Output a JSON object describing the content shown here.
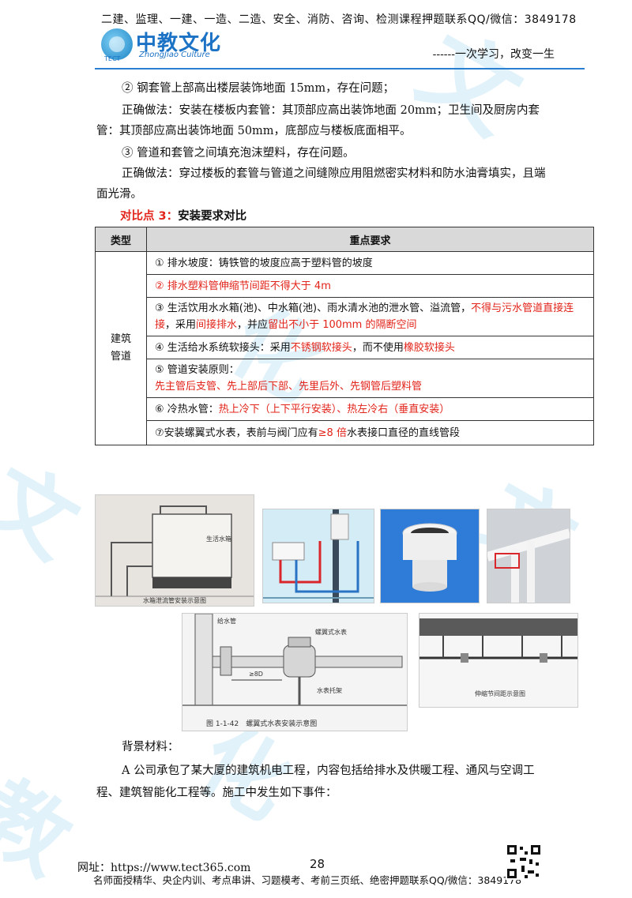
{
  "header": {
    "top_line": "二建、监理、一建、一造、二造、安全、消防、咨询、检测课程押题联系QQ/微信：3849178",
    "logo_name": "中教文化",
    "logo_sub": "ZhongJiao Culture",
    "logo_tect": "TECT",
    "slogan": "------一次学习，改变一生"
  },
  "body": {
    "p1": "② 钢套管上部高出楼层装饰地面 15mm，存在问题；",
    "p2a": "正确做法：安装在楼板内套管：其顶部应高出装饰地面 20mm；卫生间及厨房内套",
    "p2b": "管：其顶部应高出装饰地面 50mm，底部应与楼板底面相平。",
    "p3": "③ 管道和套管之间填充泡沫塑料，存在问题。",
    "p4a": "正确做法：穿过楼板的套管与管道之间缝隙应用阻燃密实材料和防水油膏填实，且端",
    "p4b": "面光滑。"
  },
  "compare": {
    "label": "对比点 3：",
    "title": "安装要求对比"
  },
  "table": {
    "col_type": "类型",
    "col_req": "重点要求",
    "type_line1": "建筑",
    "type_line2": "管道",
    "r1": "① 排水坡度：铸铁管的坡度应高于塑料管的坡度",
    "r2": "② 排水塑料管伸缩节间距不得大于 4m",
    "r3a": "③ 生活饮用水水箱(池)、中水箱(池)、雨水清水池的泄水管、溢流管，",
    "r3b": "不得与污水管道直接连接",
    "r3c": "，采用",
    "r3d": "间接排水",
    "r3e": "，并应",
    "r3f": "留出不小于 100mm 的隔断空间",
    "r4a": "④ 生活给水系统软接头：采用",
    "r4b": "不锈钢软接头",
    "r4c": "，而不使用",
    "r4d": "橡胶软接头",
    "r5a": "⑤ 管道安装原则：",
    "r5b": "先主管后支管、先上部后下部、先里后外、先钢管后塑料管",
    "r6a": "⑥ 冷热水管：",
    "r6b": "热上冷下（上下平行安装）、热左冷右（垂直安装）",
    "r7a": "⑦安装螺翼式水表，表前与阀门应有",
    "r7b": "≥8 倍",
    "r7c": "水表接口直径的直线管段"
  },
  "figures": {
    "tank_caption": "水箱泄流管安装示意图",
    "tank_label": "生活水箱",
    "meter_caption": "图 1-1-42　螺翼式水表安装示意图",
    "meter_label_pipe": "给水管",
    "meter_label_meter": "螺翼式水表",
    "meter_label_support": "水表托架",
    "meter_dim": "≥8D",
    "pipe_caption": "伸缩节间距示意图"
  },
  "background": {
    "heading": "背景材料：",
    "p1a": "A 公司承包了某大厦的建筑机电工程，内容包括给排水及供暖工程、通风与空调工",
    "p1b": "程、建筑智能化工程等。施工中发生如下事件："
  },
  "footer": {
    "url": "网址：https://www.tect365.com",
    "page": "28",
    "line": "名师面授精华、央企内训、考点串讲、习题模考、考前三页纸、绝密押题联系QQ/微信：3849178"
  },
  "colors": {
    "accent_blue": "#2a7fd0",
    "red": "#e2231a"
  }
}
